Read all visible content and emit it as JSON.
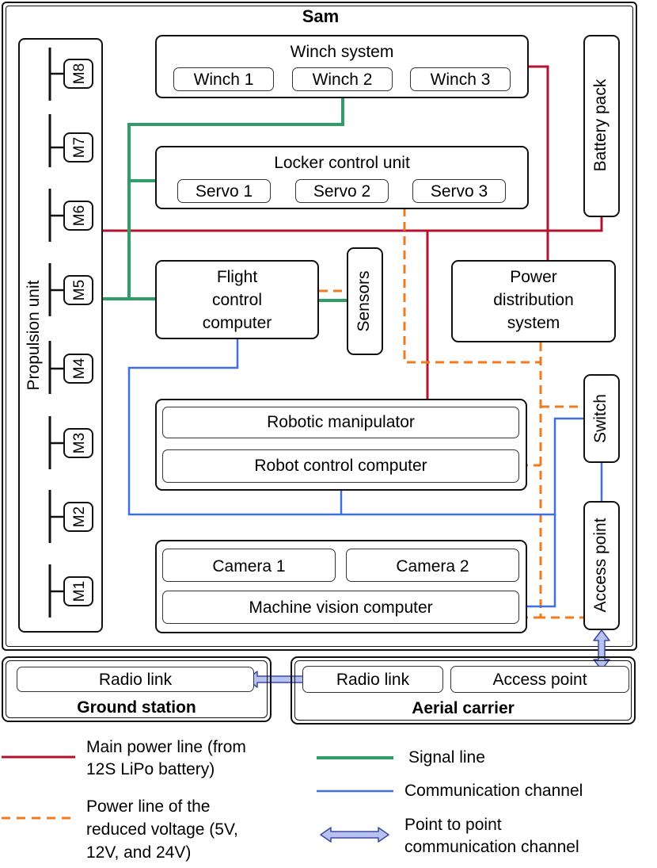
{
  "title": "Sam",
  "winch": {
    "title": "Winch system",
    "items": [
      "Winch 1",
      "Winch 2",
      "Winch 3"
    ]
  },
  "locker": {
    "title": "Locker control unit",
    "items": [
      "Servo 1",
      "Servo 2",
      "Servo 3"
    ]
  },
  "battery": "Battery pack",
  "propulsion": {
    "title": "Propulsion unit",
    "motors": [
      "M8",
      "M7",
      "M6",
      "M5",
      "M4",
      "M3",
      "M2",
      "M1"
    ]
  },
  "fcc": "Flight\ncontrol\ncomputer",
  "sensors": "Sensors",
  "power_dist": "Power\ndistribution\nsystem",
  "switch": "Switch",
  "robot": {
    "manipulator": "Robotic manipulator",
    "computer": "Robot control computer"
  },
  "vision": {
    "cameras": [
      "Camera 1",
      "Camera 2"
    ],
    "computer": "Machine vision computer"
  },
  "access_point": "Access point",
  "ground": {
    "link": "Radio link",
    "title": "Ground station"
  },
  "aerial": {
    "link": "Radio link",
    "ap": "Access point",
    "title": "Aerial carrier"
  },
  "legend": {
    "main_power": "Main power line (from\n12S LiPo battery)",
    "reduced_power": "Power line of the\nreduced voltage (5V,\n12V, and 24V)",
    "signal": "Signal line",
    "comm": "Communication channel",
    "p2p": "Point to point\ncommunication channel"
  },
  "colors": {
    "main_power": "#b5122b",
    "reduced_power": "#f07a1e",
    "signal": "#2e9e66",
    "comm": "#3f6fe0",
    "p2p_fill": "#b8c2f0",
    "p2p_stroke": "#3a4aa0"
  }
}
